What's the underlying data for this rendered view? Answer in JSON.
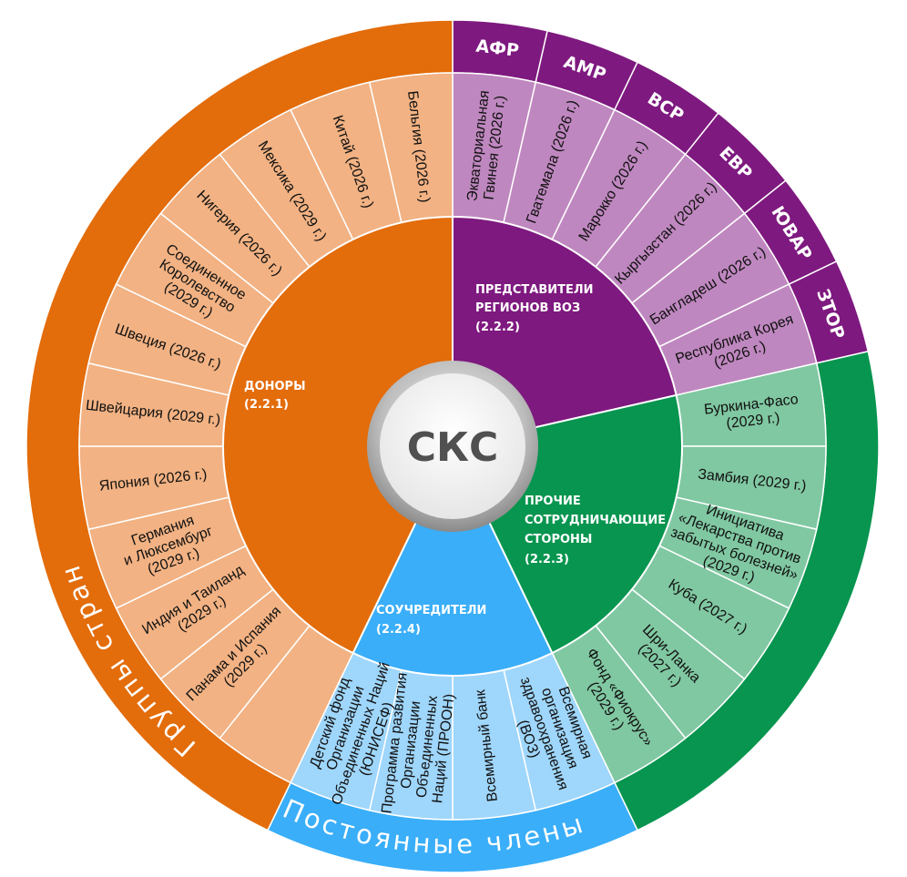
{
  "center": {
    "label": "СКС"
  },
  "outer_labels": {
    "countries": "Группы стран",
    "permanent": "Постоянные члены"
  },
  "groups": [
    {
      "id": "regions",
      "title": [
        "ПРЕДСТАВИТЕЛИ",
        "РЕГИОНОВ ВОЗ",
        "(2.2.2)"
      ],
      "color": "#7E197F",
      "light": "#BF87BF",
      "segments": [
        {
          "region": "АФР",
          "lines": [
            "Экваториальная",
            "Гвинея (2026 г.)"
          ]
        },
        {
          "region": "АМР",
          "lines": [
            "Гватемала (2026 г.)"
          ]
        },
        {
          "region": "ВСР",
          "lines": [
            "Марокко (2026 г.)"
          ]
        },
        {
          "region": "ЕВР",
          "lines": [
            "Кыргызстан (2026 г.)"
          ]
        },
        {
          "region": "ЮВАР",
          "lines": [
            "Бангладеш (2026 г.)"
          ]
        },
        {
          "region": "ЗТОР",
          "lines": [
            "Республика Корея",
            "(2026 г.)"
          ]
        }
      ]
    },
    {
      "id": "partners",
      "title": [
        "ПРОЧИЕ",
        "СОТРУДНИЧАЮЩИЕ",
        "СТОРОНЫ",
        "(2.2.3)"
      ],
      "color": "#07954F",
      "light": "#80C8A2",
      "segments": [
        {
          "lines": [
            "Буркина-Фасо",
            "(2029 г.)"
          ]
        },
        {
          "lines": [
            "Замбия (2029 г.)"
          ]
        },
        {
          "lines": [
            "Инициатива",
            "«Лекарства против",
            "забытых болезней»",
            "(2029 г.)"
          ]
        },
        {
          "lines": [
            "Куба (2027 г.)"
          ]
        },
        {
          "lines": [
            "Шри-Ланка",
            "(2027 г.)"
          ]
        },
        {
          "lines": [
            "Фонд «Фиокрус»",
            "(2029 г.)"
          ]
        }
      ]
    },
    {
      "id": "cosponsors",
      "title": [
        "СОУЧРЕДИТЕЛИ",
        "(2.2.4)"
      ],
      "color": "#3AAEF8",
      "light": "#9FD6FB",
      "segments": [
        {
          "lines": [
            "Всемирная",
            "организация",
            "здравоохранения",
            "(ВОЗ)"
          ]
        },
        {
          "lines": [
            "Всемирный банк"
          ]
        },
        {
          "lines": [
            "Программа развития",
            "Организации",
            "Объединенных",
            "Наций (ПРООН)"
          ]
        },
        {
          "lines": [
            "Детский фонд",
            "Организации",
            "Объединенных Наций",
            "(ЮНИСЕФ)"
          ]
        }
      ]
    },
    {
      "id": "donors",
      "title": [
        "ДОНОРЫ",
        "(2.2.1)"
      ],
      "color": "#E36C0B",
      "light": "#F2B283",
      "segments": [
        {
          "lines": []
        },
        {
          "lines": [
            "Панама и Испания",
            "(2029 г.)"
          ]
        },
        {
          "lines": [
            "Индия и Таиланд",
            "(2029 г.)"
          ]
        },
        {
          "lines": [
            "Германия",
            "и Люксембург",
            "(2029 г.)"
          ]
        },
        {
          "lines": [
            "Япония (2026 г.)"
          ]
        },
        {
          "lines": [
            "Швейцария (2029 г.)"
          ]
        },
        {
          "lines": [
            "Швеция (2026 г.)"
          ]
        },
        {
          "lines": [
            "Соединенное",
            "Королевство",
            "(2029 г.)"
          ]
        },
        {
          "lines": [
            "Нигерия (2026 г.)"
          ]
        },
        {
          "lines": [
            "Мексика (2029 г.)"
          ]
        },
        {
          "lines": [
            "Китай (2026 г.)"
          ]
        },
        {
          "lines": [
            "Бельгия (2026 г.)"
          ]
        }
      ]
    }
  ]
}
